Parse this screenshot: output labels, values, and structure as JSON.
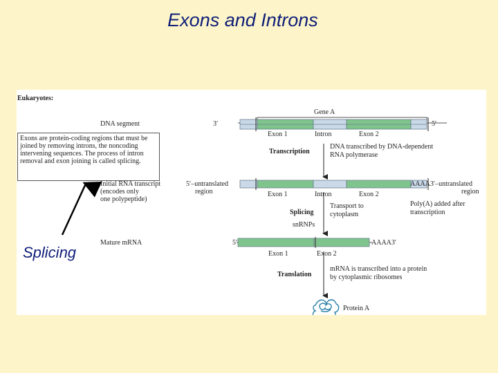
{
  "title": "Exons and Introns",
  "splicing_label": "Splicing",
  "figure": {
    "heading": "Eukaryotes:",
    "note": "Exons are protein-coding regions that must be joined by removing introns, the noncoding intervening sequences. The process of intron removal and exon joining is called splicing.",
    "dna": {
      "label": "DNA segment",
      "gene": "Gene A",
      "end_left": "3′",
      "end_right": "5′",
      "exon1": "Exon 1",
      "intron": "Intron",
      "exon2": "Exon 2"
    },
    "transcription": {
      "label": "Transcription",
      "note_line1": "DNA transcribed by DNA-dependent",
      "note_line2": "RNA polymerase"
    },
    "initial_rna": {
      "label_line1": "Initial RNA transcript",
      "label_line2": "(encodes only",
      "label_line3": "one polypeptide)",
      "utr5_line1": "5′–untranslated",
      "utr5_line2": "region",
      "utr3_line1": "AAAA3′–untranslated",
      "utr3_line2": "region",
      "exon1": "Exon 1",
      "intron": "Intron",
      "exon2": "Exon 2"
    },
    "splicing": {
      "label": "Splicing",
      "snrnps": "snRNPs",
      "transport_line1": "Transport to",
      "transport_line2": "cytoplasm",
      "polya_line1": "Poly(A) added after",
      "polya_line2": "transcription"
    },
    "mature_mrna": {
      "label": "Mature mRNA",
      "end_left": "5′",
      "polya": "AAAA3′",
      "exon1": "Exon 1",
      "exon2": "Exon 2"
    },
    "translation": {
      "label": "Translation",
      "note_line1": "mRNA is transcribed into a protein",
      "note_line2": "by cytoplasmic ribosomes"
    },
    "protein": "Protein A",
    "colors": {
      "exon": "#7fc48c",
      "intron": "#c9d9e8",
      "bar_outline": "#6b7e8e",
      "title": "#0f1e78"
    }
  }
}
